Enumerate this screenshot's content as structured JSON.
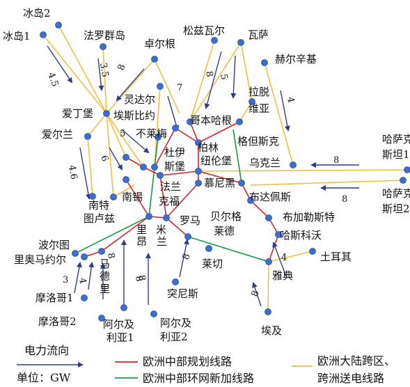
{
  "colors": {
    "planned": "#e0202a",
    "ring": "#1a9a45",
    "cross": "#f2c040",
    "flow": "#2c3d8f",
    "node": "#3a6fcf"
  },
  "nodes": [
    {
      "id": "iceland1",
      "label": "冰岛1"
    },
    {
      "id": "iceland2",
      "label": "冰岛2"
    },
    {
      "id": "faroe",
      "label": "法罗群岛"
    },
    {
      "id": "edinburgh",
      "label": "爱丁堡"
    },
    {
      "id": "ireland",
      "label": "爱尔兰"
    },
    {
      "id": "nantes",
      "label": "南特"
    },
    {
      "id": "toulouse",
      "label": "图卢兹"
    },
    {
      "id": "cherbourg",
      "label": "卓尔根"
    },
    {
      "id": "lindal",
      "label": "灵达尔"
    },
    {
      "id": "esbjerg",
      "label": "埃斯比约"
    },
    {
      "id": "bremen",
      "label": "不莱梅"
    },
    {
      "id": "duisburg",
      "label": "杜伊"
    },
    {
      "id": "duisburg2",
      "label": "斯堡"
    },
    {
      "id": "nancy",
      "label": "南锡"
    },
    {
      "id": "frankfurt",
      "label": "法兰"
    },
    {
      "id": "frankfurt2",
      "label": "克福"
    },
    {
      "id": "berlin",
      "label": "柏林"
    },
    {
      "id": "nuremberg",
      "label": "纽伦堡"
    },
    {
      "id": "copenhagen",
      "label": "哥本哈根"
    },
    {
      "id": "songziwaer",
      "label": "松兹瓦尔"
    },
    {
      "id": "vasa",
      "label": "瓦萨"
    },
    {
      "id": "helsinki",
      "label": "赫尔辛基"
    },
    {
      "id": "latvia",
      "label": "拉脱"
    },
    {
      "id": "latvia2",
      "label": "维亚"
    },
    {
      "id": "gedansk",
      "label": "格但斯克"
    },
    {
      "id": "ukraine",
      "label": "乌克兰"
    },
    {
      "id": "kazakh1",
      "label": "哈萨克"
    },
    {
      "id": "kazakh1b",
      "label": "斯坦1"
    },
    {
      "id": "kazakh2",
      "label": "哈萨克"
    },
    {
      "id": "kazakh2b",
      "label": "斯坦2"
    },
    {
      "id": "munich",
      "label": "慕尼黑"
    },
    {
      "id": "budapest",
      "label": "布达佩斯"
    },
    {
      "id": "belgrade",
      "label": "贝尔格"
    },
    {
      "id": "belgrade2",
      "label": "莱德"
    },
    {
      "id": "bucharest",
      "label": "布加勒斯特"
    },
    {
      "id": "haskovo",
      "label": "哈斯科沃"
    },
    {
      "id": "turkey",
      "label": "土耳其"
    },
    {
      "id": "athens",
      "label": "雅典"
    },
    {
      "id": "egypt",
      "label": "埃及"
    },
    {
      "id": "rome",
      "label": "罗马"
    },
    {
      "id": "milan",
      "label": "米"
    },
    {
      "id": "milan2",
      "label": "兰"
    },
    {
      "id": "lyon",
      "label": "里"
    },
    {
      "id": "lyon2",
      "label": "昂"
    },
    {
      "id": "lecce",
      "label": "莱切"
    },
    {
      "id": "tunisia",
      "label": "突尼斯"
    },
    {
      "id": "bordeaux",
      "label": "波尔图"
    },
    {
      "id": "riomaior",
      "label": "里奥马约尔"
    },
    {
      "id": "madrid",
      "label": "马"
    },
    {
      "id": "madrid2",
      "label": "德"
    },
    {
      "id": "madrid3",
      "label": "里"
    },
    {
      "id": "morocco1",
      "label": "摩洛哥1"
    },
    {
      "id": "morocco2",
      "label": "摩洛哥2"
    },
    {
      "id": "algeria1",
      "label": "阿尔及"
    },
    {
      "id": "algeria1b",
      "label": "利亚1"
    },
    {
      "id": "algeria2",
      "label": "阿尔及"
    },
    {
      "id": "algeria2b",
      "label": "利亚2"
    }
  ],
  "flows": [
    {
      "id": "f-iceland1",
      "label": "4.5"
    },
    {
      "id": "f-faroe",
      "label": "3.5"
    },
    {
      "id": "f-cherbourg",
      "label": "8"
    },
    {
      "id": "f-lindal",
      "label": "7"
    },
    {
      "id": "f-esbjerg",
      "label": "5"
    },
    {
      "id": "f-edinburgh",
      "label": "6"
    },
    {
      "id": "f-ireland",
      "label": "4.6"
    },
    {
      "id": "f-songzi",
      "label": "8"
    },
    {
      "id": "f-vasa",
      "label": "5"
    },
    {
      "id": "f-helsinki",
      "label": "4"
    },
    {
      "id": "f-kazakh1",
      "label": "8"
    },
    {
      "id": "f-kazakh2",
      "label": "8"
    },
    {
      "id": "f-morocco1",
      "label": "3"
    },
    {
      "id": "f-morocco1b",
      "label": "4"
    },
    {
      "id": "f-madrid",
      "label": "8"
    },
    {
      "id": "f-algeria1",
      "label": "8"
    },
    {
      "id": "f-algeria2",
      "label": "8"
    },
    {
      "id": "f-tunisia",
      "label": "8"
    },
    {
      "id": "f-athens",
      "label": "4"
    },
    {
      "id": "f-egypt",
      "label": "8"
    }
  ],
  "legend": {
    "flow_title": "电力流向",
    "unit": "单位：GW",
    "planned": "欧洲中部规划线路",
    "ring": "欧洲中部环网新加线路",
    "cross1": "欧洲大陆跨区、",
    "cross2": "跨洲送电线路"
  }
}
